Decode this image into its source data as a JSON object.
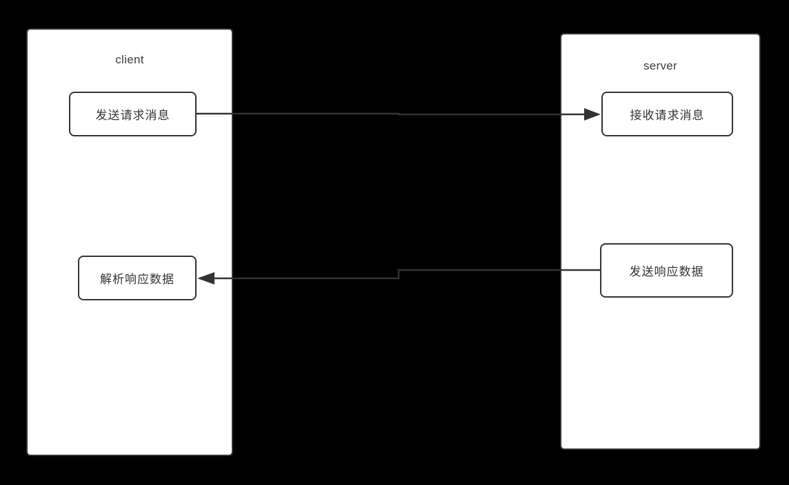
{
  "diagram": {
    "type": "flow",
    "background_color": "#000000",
    "stroke_color": "#333333",
    "node_fill_color": "#ffffff",
    "text_color": "#333333",
    "containers": {
      "client": {
        "label": "client"
      },
      "server": {
        "label": "server"
      }
    },
    "nodes": {
      "send_request": {
        "label": "发送请求消息",
        "container": "client"
      },
      "receive_request": {
        "label": "接收请求消息",
        "container": "server"
      },
      "parse_response": {
        "label": "解析响应数据",
        "container": "client"
      },
      "send_response": {
        "label": "发送响应数据",
        "container": "server"
      }
    },
    "edges": [
      {
        "from": "send_request",
        "to": "receive_request",
        "direction": "left-to-right",
        "style": "solid-arrow"
      },
      {
        "from": "send_response",
        "to": "parse_response",
        "direction": "right-to-left",
        "style": "solid-arrow"
      }
    ]
  }
}
